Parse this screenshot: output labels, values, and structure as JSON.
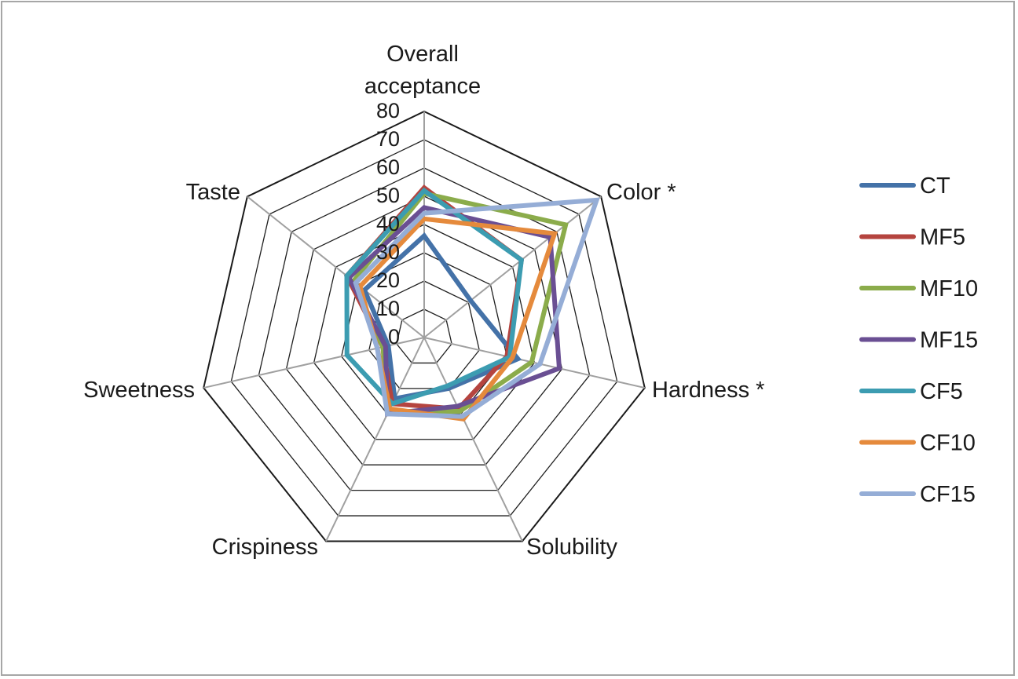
{
  "chart_data": {
    "type": "radar",
    "title": "",
    "axes": [
      [
        "Overall",
        "acceptance"
      ],
      [
        "Color *"
      ],
      [
        "Hardness *"
      ],
      [
        "Solubility"
      ],
      [
        "Crispiness"
      ],
      [
        "Sweetness"
      ],
      [
        "Taste"
      ]
    ],
    "rlim": [
      0,
      80
    ],
    "ticks": [
      "0",
      "10",
      "20",
      "30",
      "40",
      "50",
      "60",
      "70",
      "80"
    ],
    "legend_position": "right",
    "series": [
      {
        "name": "CT",
        "color": "#4472a8",
        "values": [
          36,
          21,
          34,
          20,
          24,
          13,
          27
        ]
      },
      {
        "name": "MF5",
        "color": "#b5443f",
        "values": [
          53,
          44,
          30,
          28,
          26,
          15,
          35
        ]
      },
      {
        "name": "MF10",
        "color": "#8bac4b",
        "values": [
          51,
          64,
          39,
          29,
          29,
          15,
          32
        ]
      },
      {
        "name": "MF15",
        "color": "#6a4f93",
        "values": [
          46,
          57,
          49,
          27,
          30,
          14,
          34
        ]
      },
      {
        "name": "CF5",
        "color": "#3c9cb1",
        "values": [
          52,
          44,
          31,
          19,
          26,
          28,
          35
        ]
      },
      {
        "name": "CF10",
        "color": "#e58a3c",
        "values": [
          42,
          59,
          32,
          32,
          28,
          17,
          29
        ]
      },
      {
        "name": "CF15",
        "color": "#95add6",
        "values": [
          44,
          78,
          42,
          31,
          30,
          17,
          31
        ]
      }
    ]
  }
}
